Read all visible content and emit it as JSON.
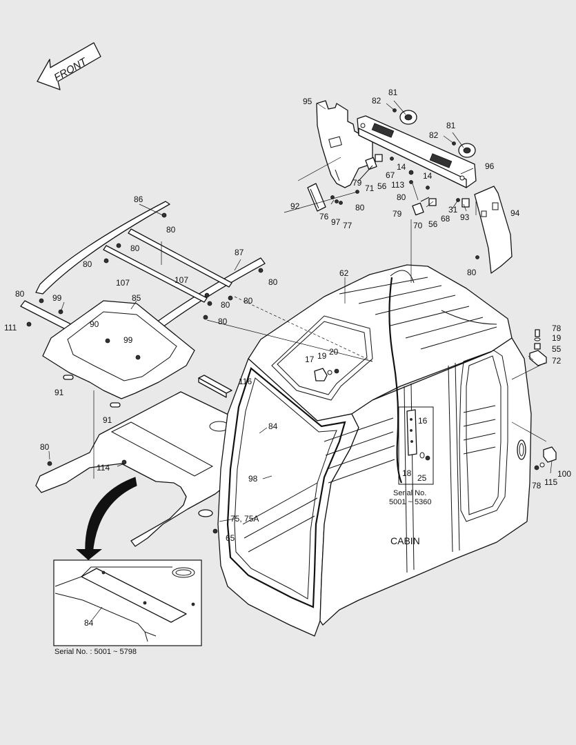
{
  "front_arrow": "FRONT",
  "cabin_label": "CABIN",
  "inset_note": "Serial No. : 5001 ~ 5798",
  "box_note_line1": "Serial No.",
  "box_note_line2": "5001 ~ 5360",
  "parts": [
    {
      "id": "p95",
      "text": "95"
    },
    {
      "id": "p81a",
      "text": "81"
    },
    {
      "id": "p82a",
      "text": "82"
    },
    {
      "id": "p81b",
      "text": "81"
    },
    {
      "id": "p82b",
      "text": "82"
    },
    {
      "id": "p96",
      "text": "96"
    },
    {
      "id": "p14a",
      "text": "14"
    },
    {
      "id": "p67",
      "text": "67"
    },
    {
      "id": "p113",
      "text": "113"
    },
    {
      "id": "p79a",
      "text": "79"
    },
    {
      "id": "p71",
      "text": "71"
    },
    {
      "id": "p56a",
      "text": "56"
    },
    {
      "id": "p14b",
      "text": "14"
    },
    {
      "id": "p80a",
      "text": "80"
    },
    {
      "id": "p80b",
      "text": "80"
    },
    {
      "id": "p92",
      "text": "92"
    },
    {
      "id": "p76",
      "text": "76"
    },
    {
      "id": "p97",
      "text": "97"
    },
    {
      "id": "p77",
      "text": "77"
    },
    {
      "id": "p79b",
      "text": "79"
    },
    {
      "id": "p70",
      "text": "70"
    },
    {
      "id": "p56b",
      "text": "56"
    },
    {
      "id": "p68",
      "text": "68"
    },
    {
      "id": "p31",
      "text": "31"
    },
    {
      "id": "p93",
      "text": "93"
    },
    {
      "id": "p94",
      "text": "94"
    },
    {
      "id": "p80c",
      "text": "80"
    },
    {
      "id": "p86",
      "text": "86"
    },
    {
      "id": "p80d",
      "text": "80"
    },
    {
      "id": "p80e",
      "text": "80"
    },
    {
      "id": "p80f",
      "text": "80"
    },
    {
      "id": "p87",
      "text": "87"
    },
    {
      "id": "p107a",
      "text": "107"
    },
    {
      "id": "p107b",
      "text": "107"
    },
    {
      "id": "p80g",
      "text": "80"
    },
    {
      "id": "p80h",
      "text": "80"
    },
    {
      "id": "p80i",
      "text": "80"
    },
    {
      "id": "p80j",
      "text": "80"
    },
    {
      "id": "p99a",
      "text": "99"
    },
    {
      "id": "p85",
      "text": "85"
    },
    {
      "id": "p111",
      "text": "111"
    },
    {
      "id": "p90",
      "text": "90"
    },
    {
      "id": "p99b",
      "text": "99"
    },
    {
      "id": "p80k",
      "text": "80"
    },
    {
      "id": "p91a",
      "text": "91"
    },
    {
      "id": "p91b",
      "text": "91"
    },
    {
      "id": "p62",
      "text": "62"
    },
    {
      "id": "p78a",
      "text": "78"
    },
    {
      "id": "p19a",
      "text": "19"
    },
    {
      "id": "p55",
      "text": "55"
    },
    {
      "id": "p72",
      "text": "72"
    },
    {
      "id": "p17",
      "text": "17"
    },
    {
      "id": "p19b",
      "text": "19"
    },
    {
      "id": "p20",
      "text": "20"
    },
    {
      "id": "p116",
      "text": "116"
    },
    {
      "id": "p84a",
      "text": "84"
    },
    {
      "id": "p16",
      "text": "16"
    },
    {
      "id": "p18",
      "text": "18"
    },
    {
      "id": "p25",
      "text": "25"
    },
    {
      "id": "p80l",
      "text": "80"
    },
    {
      "id": "p114",
      "text": "114"
    },
    {
      "id": "p98",
      "text": "98"
    },
    {
      "id": "p75",
      "text": "75, 75A"
    },
    {
      "id": "p65",
      "text": "65"
    },
    {
      "id": "p78b",
      "text": "78"
    },
    {
      "id": "p115",
      "text": "115"
    },
    {
      "id": "p100",
      "text": "100"
    },
    {
      "id": "p84b",
      "text": "84"
    }
  ]
}
